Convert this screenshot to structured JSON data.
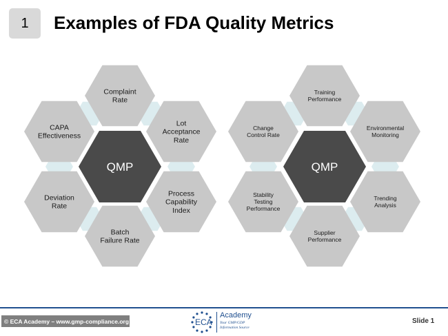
{
  "slide_number_box": "1",
  "title": "Examples of FDA Quality Metrics",
  "diagrams": [
    {
      "center": "QMP",
      "hexagons": [
        [
          "Complaint",
          "Rate"
        ],
        [
          "Lot",
          "Acceptance",
          "Rate"
        ],
        [
          "Process",
          "Capability",
          "Index"
        ],
        [
          "Batch",
          "Failure Rate"
        ],
        [
          "Deviation",
          "Rate"
        ],
        [
          "CAPA",
          "Effectiveness"
        ]
      ]
    },
    {
      "center": "QMP",
      "hexagons": [
        [
          "Training",
          "Performance"
        ],
        [
          "Environmental",
          "Monitoring"
        ],
        [
          "Trending",
          "Analysis"
        ],
        [
          "Supplier",
          "Performance"
        ],
        [
          "Stability",
          "Testing",
          "Performance"
        ],
        [
          "Change",
          "Control Rate"
        ]
      ]
    }
  ],
  "footer": {
    "copyright": "© ECA Academy – www.gmp-compliance.org",
    "logo_eca": "ECA",
    "logo_academy": "Academy",
    "logo_tagline": "Your GMP/GDP Information Source",
    "slide_label": "Slide 1"
  },
  "colors": {
    "outer_hex": "#c8c8c8",
    "center_hex": "#4a4a4a",
    "connector": "#dcecef",
    "footer_line": "#1f4f8f",
    "footer_box": "#7f7f7f"
  }
}
